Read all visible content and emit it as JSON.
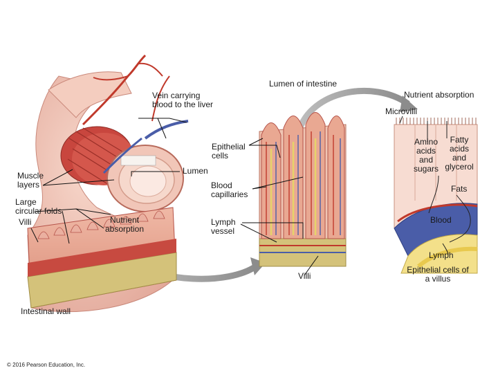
{
  "labels": {
    "lumen_of_intestine": "Lumen of intestine",
    "vein": "Vein carrying\nblood to the liver",
    "nutrient_absorption_top": "Nutrient absorption",
    "microvilli": "Microvilli",
    "epithelial_cells": "Epithelial\ncells",
    "amino_acids": "Amino\nacids\nand\nsugars",
    "fatty_acids": "Fatty\nacids\nand\nglycerol",
    "fats": "Fats",
    "lumen": "Lumen",
    "muscle_layers": "Muscle\nlayers",
    "blood_capillaries": "Blood\ncapillaries",
    "large_circular_folds": "Large\ncircular folds",
    "villi_left": "Villi",
    "nutrient_absorption_left": "Nutrient\nabsorption",
    "lymph_vessel": "Lymph\nvessel",
    "blood": "Blood",
    "lymph": "Lymph",
    "villi_center": "Villi",
    "epithelial_villus": "Epithelial cells of\na villus",
    "intestinal_wall": "Intestinal wall",
    "copyright": "© 2016 Pearson Education, Inc."
  },
  "colors": {
    "tissue_light": "#f2c4b4",
    "tissue_mid": "#e39a86",
    "tissue_dark": "#b5534a",
    "muscle": "#c8463e",
    "vein": "#4a5da8",
    "artery": "#c0392b",
    "lymph": "#f3e08a",
    "arrow_gray": "#9a9a9a"
  }
}
